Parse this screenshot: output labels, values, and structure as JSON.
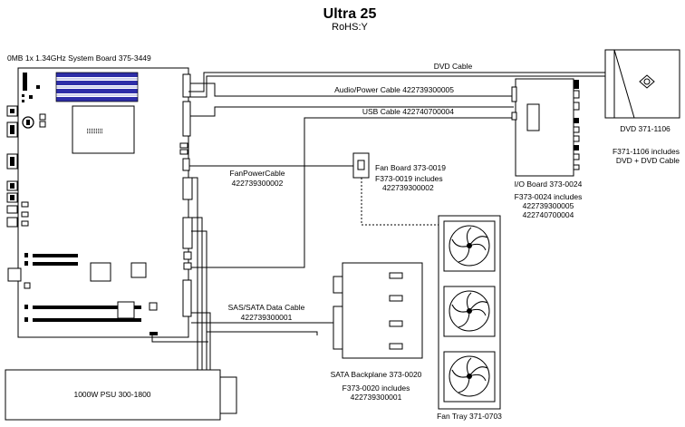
{
  "header": {
    "title": "Ultra 25",
    "subtitle": "RoHS:Y"
  },
  "system_board": {
    "label": "0MB 1x 1.34GHz System Board 375-3449"
  },
  "cables": {
    "dvd": "DVD Cable",
    "audio_power": "Audio/Power  Cable  422739300005",
    "usb": "USB  Cable  422740700004",
    "fan_power_line1": "FanPowerCable",
    "fan_power_line2": "422739300002",
    "sas_sata_line1": "SAS/SATA Data Cable",
    "sas_sata_line2": "422739300001"
  },
  "fan_board": {
    "label": "Fan  Board  373-0019",
    "fru_line1": "F373-0019  includes",
    "fru_line2": "422739300002"
  },
  "io_board": {
    "label": "I/O Board 373-0024",
    "fru_line1": "F373-0024 includes",
    "fru_line2": "422739300005",
    "fru_line3": "422740700004"
  },
  "dvd": {
    "label": "DVD    371-1106",
    "fru_line1": "F371-1106    includes",
    "fru_line2": "DVD + DVD Cable"
  },
  "fan_tray": {
    "label": "Fan Tray 371-0703"
  },
  "sata_backplane": {
    "label": "SATA  Backplane  373-0020",
    "fru_line1": "F373-0020 includes",
    "fru_line2": "422739300001"
  },
  "psu": {
    "label": "1000W  PSU  300-1800"
  }
}
